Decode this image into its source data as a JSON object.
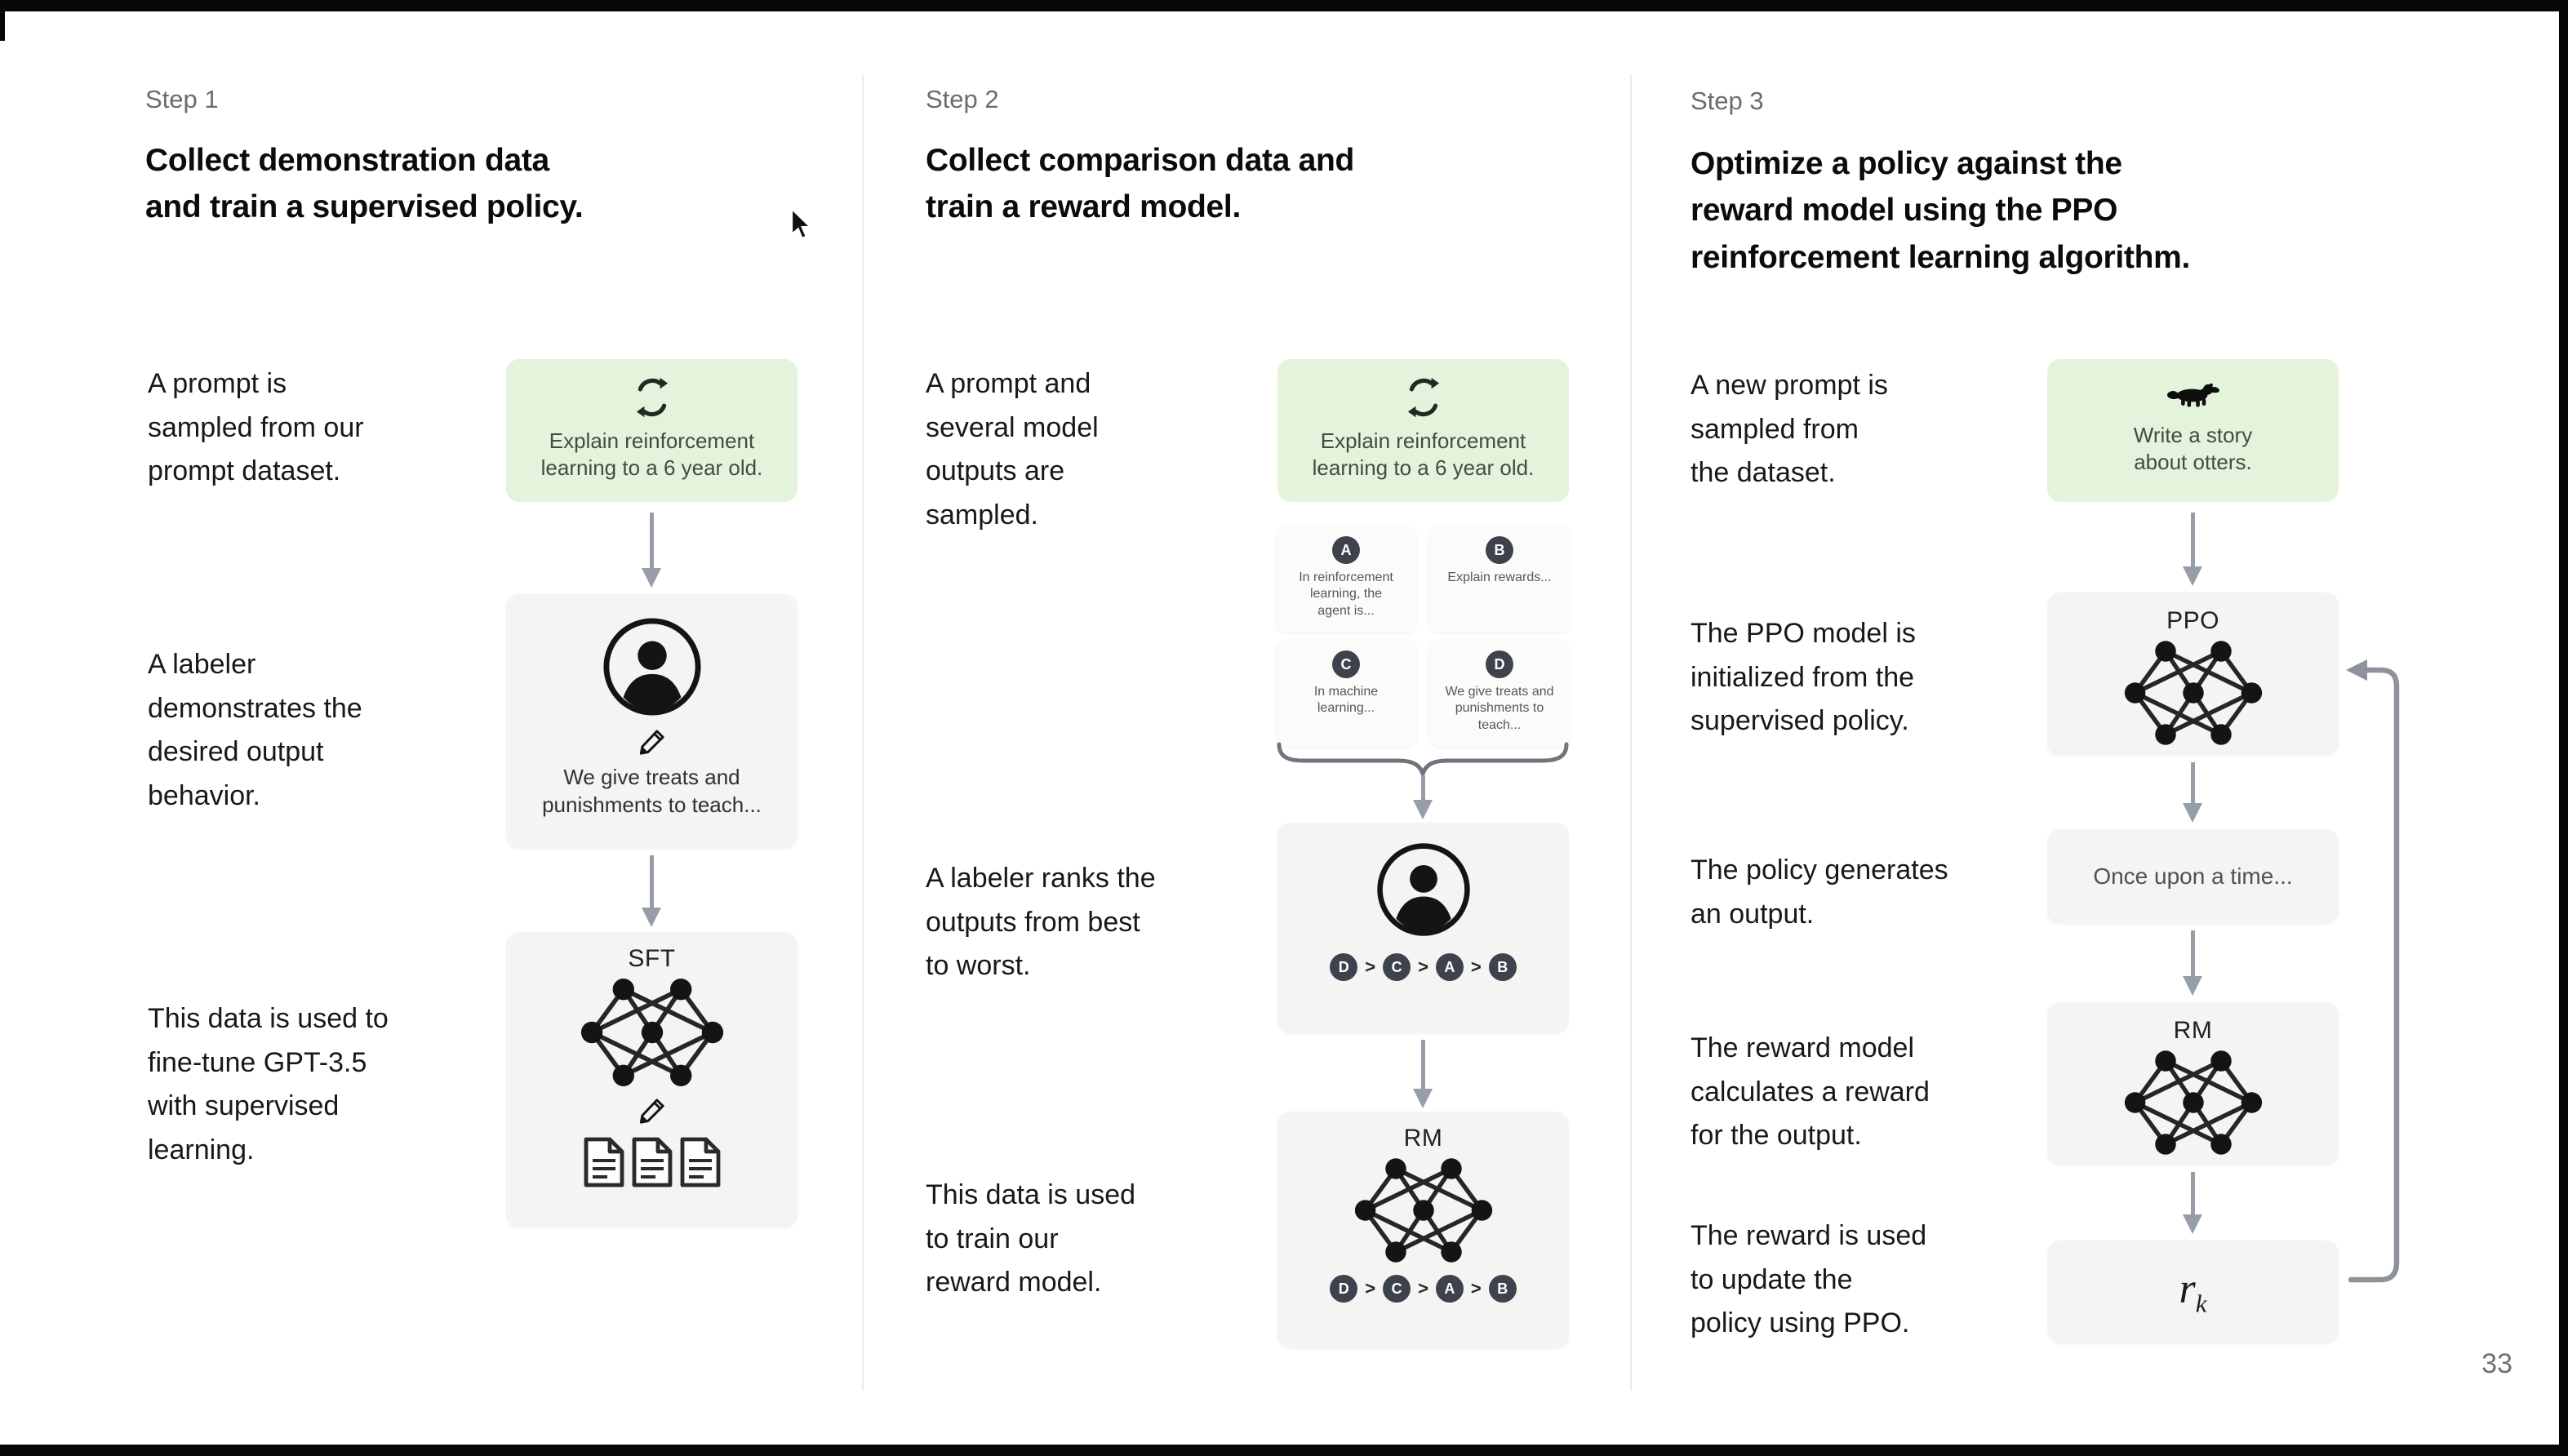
{
  "page_number": "33",
  "rank_separator": ">",
  "colors": {
    "prompt_box_bg": "#e4f3dc",
    "prompt_box_text": "#3f4e40",
    "gray_box_bg": "#f4f4f2",
    "badge_bg": "#3d424d",
    "arrow": "#989ea7",
    "step_label": "#6a6c6e",
    "letterbox": "#060606"
  },
  "icons": [
    "recycle-icon",
    "person-icon",
    "pencil-icon",
    "network-icon",
    "document-icon",
    "otter-icon",
    "brace-icon",
    "loop-arrow-icon",
    "mouse-cursor-icon"
  ],
  "step1": {
    "label": "Step 1",
    "title": "Collect demonstration data\nand train a supervised policy.",
    "caption_prompt": "A prompt is\nsampled from our\nprompt dataset.",
    "caption_labeler": "A labeler\ndemonstrates the\ndesired output\nbehavior.",
    "caption_finetune": "This data is used to\nfine-tune GPT-3.5\nwith supervised\nlearning.",
    "prompt_box_text": "Explain reinforcement\nlearning to a 6 year old.",
    "labeler_box_text": "We give treats and\npunishments to teach...",
    "sft_label": "SFT"
  },
  "step2": {
    "label": "Step 2",
    "title": "Collect comparison data and\ntrain a reward model.",
    "caption_sampled": "A prompt and\nseveral model\noutputs are\nsampled.",
    "caption_ranks": "A labeler ranks the\noutputs from best\nto worst.",
    "caption_train": "This data is used\nto train our\nreward model.",
    "prompt_box_text": "Explain reinforcement\nlearning to a 6 year old.",
    "outputs": [
      {
        "letter": "A",
        "text": "In reinforcement\nlearning, the\nagent is..."
      },
      {
        "letter": "B",
        "text": "Explain rewards..."
      },
      {
        "letter": "C",
        "text": "In machine\nlearning..."
      },
      {
        "letter": "D",
        "text": "We give treats and\npunishments to\nteach..."
      }
    ],
    "ranking": [
      "D",
      "C",
      "A",
      "B"
    ],
    "rm_label": "RM"
  },
  "step3": {
    "label": "Step 3",
    "title": "Optimize a policy against the\nreward model using the PPO\nreinforcement learning algorithm.",
    "caption_new_prompt": "A new prompt is\nsampled from\nthe dataset.",
    "caption_ppo": "The PPO model is\ninitialized from the\nsupervised policy.",
    "caption_output": "The policy generates\nan output.",
    "caption_reward": "The reward model\ncalculates a reward\nfor the output.",
    "caption_update": "The reward is used\nto update the\npolicy using PPO.",
    "prompt_box_text": "Write a story\nabout otters.",
    "ppo_label": "PPO",
    "output_box_text": "Once upon a time...",
    "rm_label": "RM",
    "reward_base": "r",
    "reward_sub": "k"
  }
}
